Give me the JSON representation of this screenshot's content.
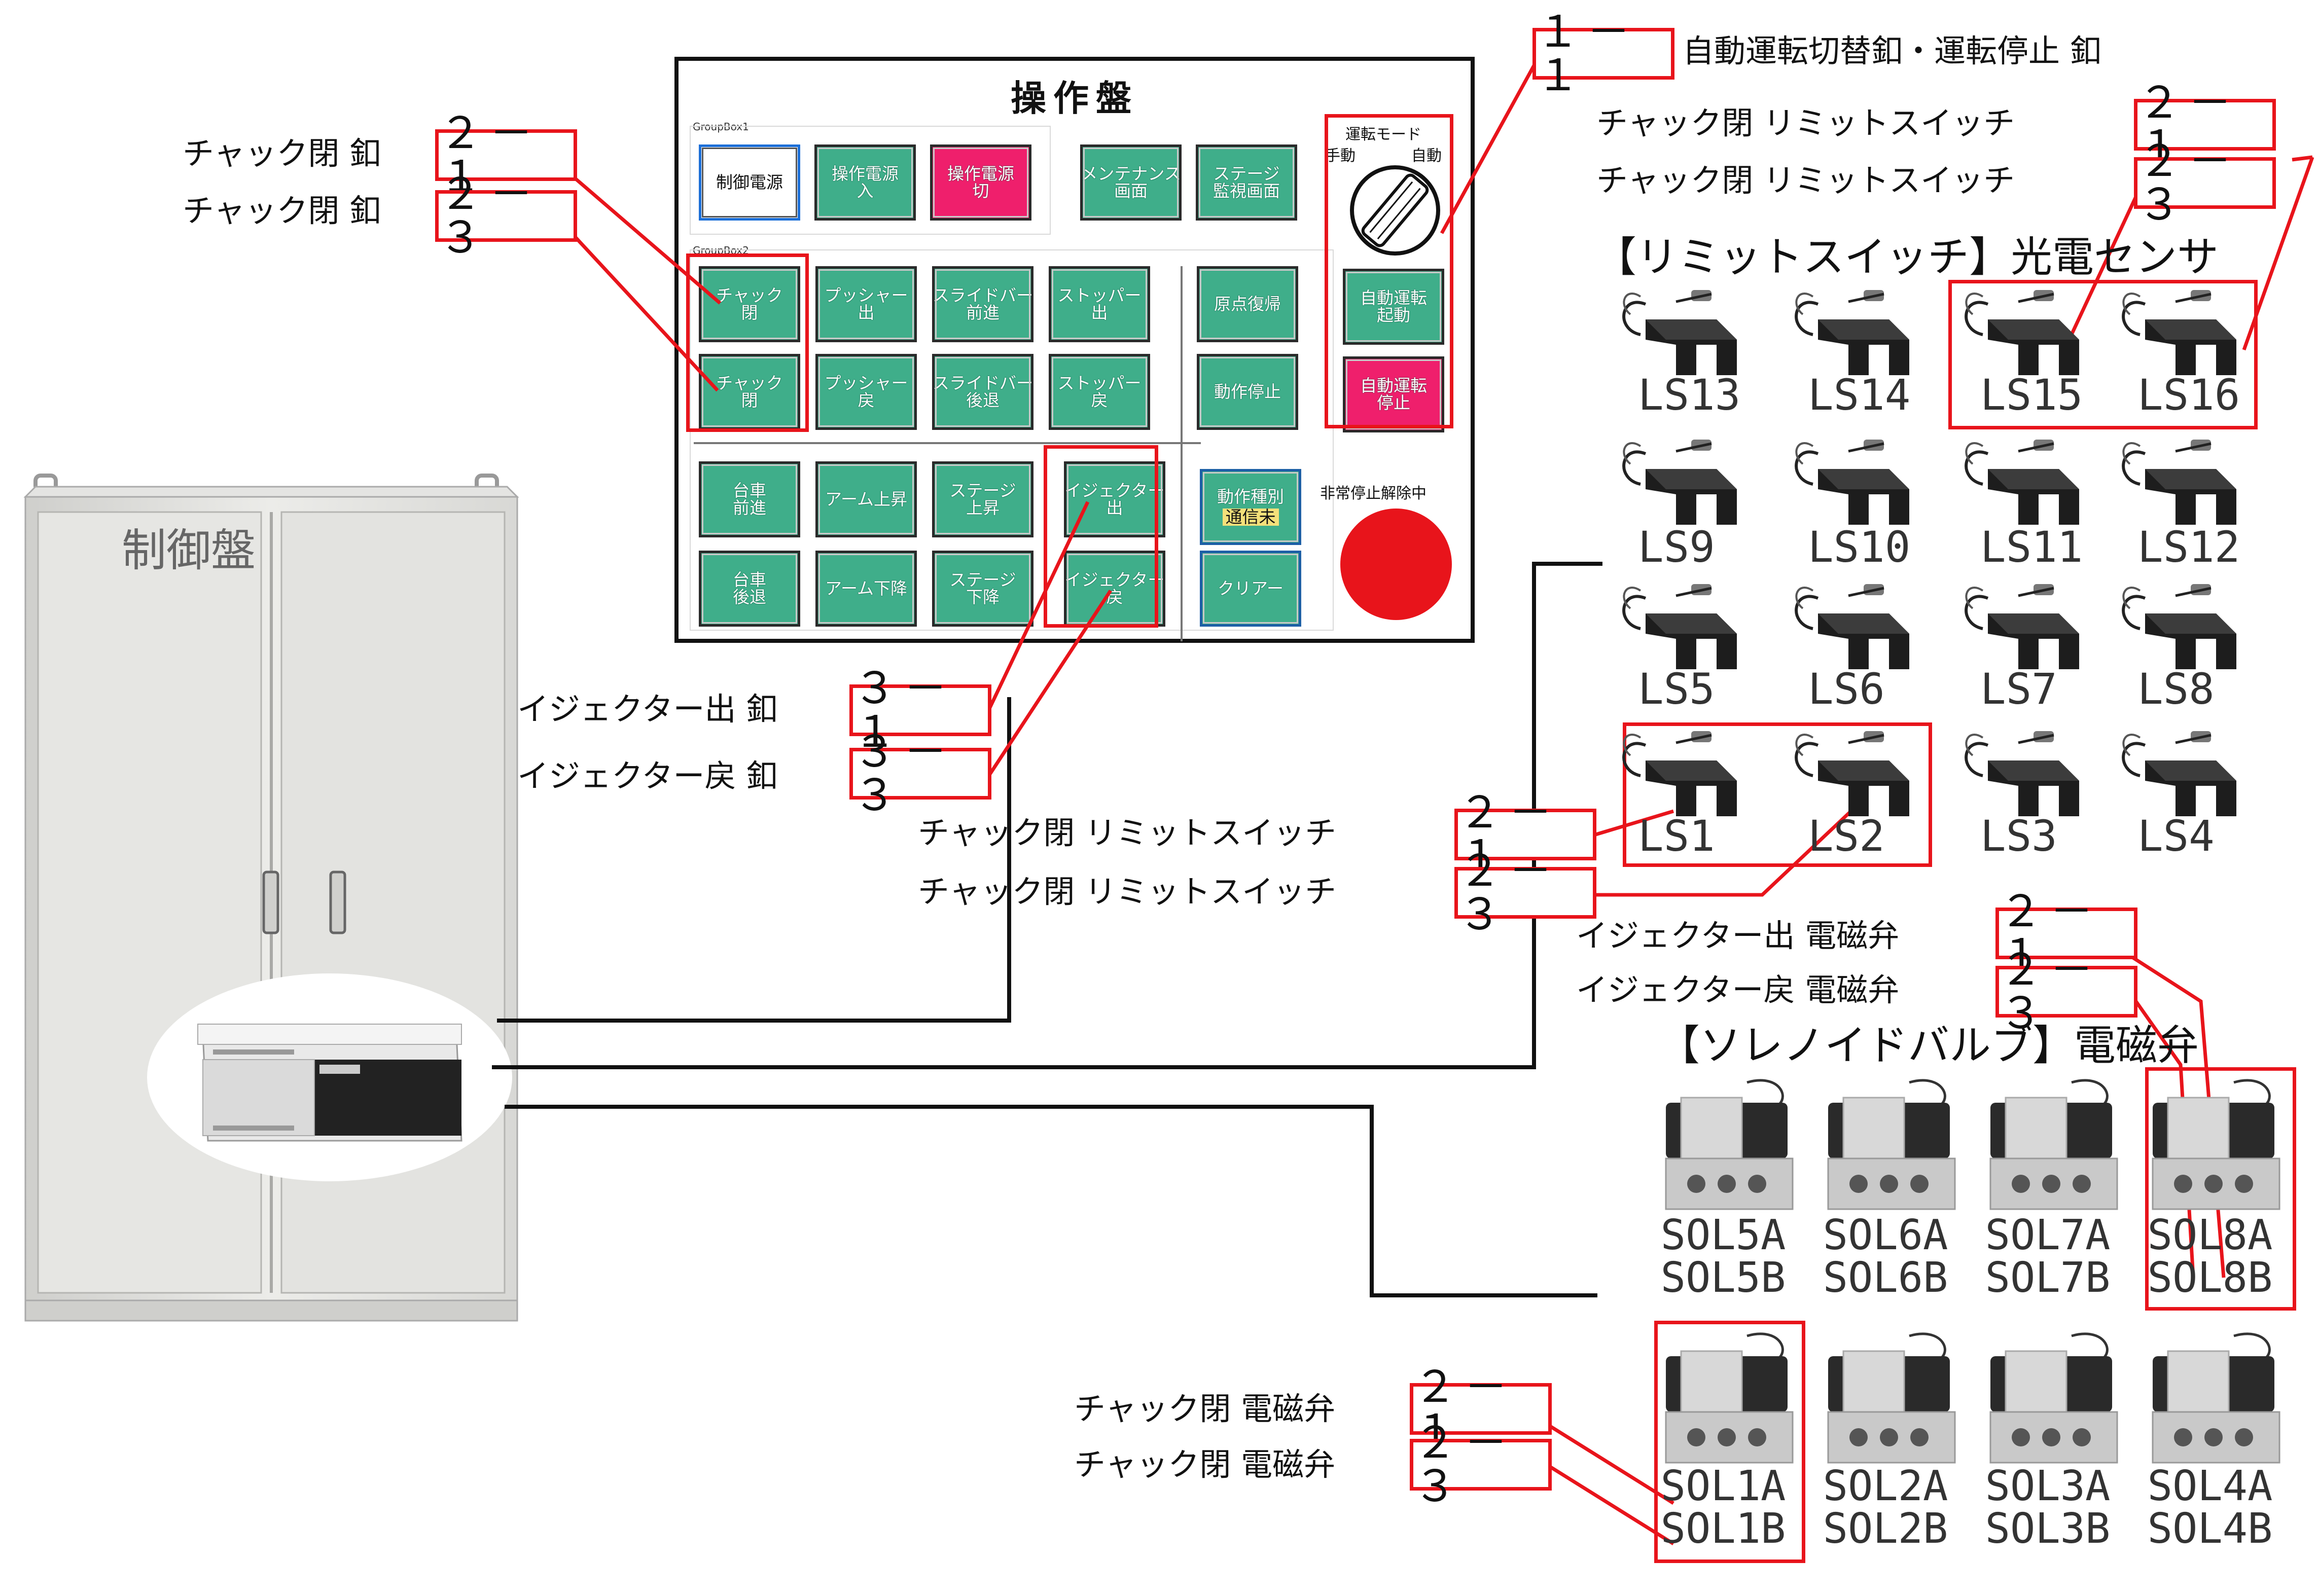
{
  "panel": {
    "title": "操作盤",
    "groupbox1": "GroupBox1",
    "groupbox2": "GroupBox2",
    "mode_label": "運転モード",
    "manual": "手動",
    "auto": "自動",
    "estop_status": "非常停止解除中",
    "buttons": {
      "control_power": "制御電源",
      "op_power_on": "操作電源\n入",
      "op_power_off": "操作電源\n切",
      "maintenance": "メンテナンス\n画面",
      "stage_monitor": "ステージ\n監視画面",
      "chuck_close_1": "チャック\n閉",
      "chuck_close_2": "チャック\n閉",
      "pusher_out": "プッシャー\n出",
      "pusher_back": "プッシャー\n戻",
      "slidebar_fwd": "スライドバー\n前進",
      "slidebar_back": "スライドバー\n後退",
      "stopper_out": "ストッパー\n出",
      "stopper_back": "ストッパー\n戻",
      "origin_return": "原点復帰",
      "stop_motion": "動作停止",
      "auto_start": "自動運転\n起動",
      "auto_stop": "自動運転\n停止",
      "cart_fwd": "台車\n前進",
      "cart_back": "台車\n後退",
      "arm_up": "アーム上昇",
      "arm_down": "アーム下降",
      "stage_up": "ステージ\n上昇",
      "stage_down": "ステージ\n下降",
      "ejector_out": "イジェクター\n出",
      "ejector_back": "イジェクター\n戻",
      "motion_type": "動作種別",
      "comm_status": "通信未",
      "clear": "クリアー"
    }
  },
  "cabinet": {
    "title": "制御盤"
  },
  "annotations": {
    "auto_switch": {
      "code": "１－１",
      "text": "自動運転切替釦・運転停止 釦"
    },
    "chuck_btn_1": {
      "text": "チャック閉 釦",
      "code": "２－１"
    },
    "chuck_btn_3": {
      "text": "チャック閉 釦",
      "code": "２－３"
    },
    "ejector_out_btn": {
      "text": "イジェクター出 釦",
      "code": "３－１"
    },
    "ejector_back_btn": {
      "text": "イジェクター戻 釦",
      "code": "３－３"
    },
    "chuck_limit_top_1": {
      "text": "チャック閉 リミットスイッチ",
      "code": "２－１"
    },
    "chuck_limit_top_3": {
      "text": "チャック閉 リミットスイッチ",
      "code": "２－３"
    },
    "chuck_limit_mid_1": {
      "text": "チャック閉 リミットスイッチ",
      "code": "２－１"
    },
    "chuck_limit_mid_3": {
      "text": "チャック閉 リミットスイッチ",
      "code": "２－３"
    },
    "ejector_out_sol": {
      "text": "イジェクター出 電磁弁",
      "code": "２－１"
    },
    "ejector_back_sol": {
      "text": "イジェクター戻 電磁弁",
      "code": "２－３"
    },
    "chuck_sol_1": {
      "text": "チャック閉 電磁弁",
      "code": "２－１"
    },
    "chuck_sol_3": {
      "text": "チャック閉 電磁弁",
      "code": "２－３"
    }
  },
  "limit_switch_header": "【リミットスイッチ】光電センサ",
  "limit_switches": [
    "LS13",
    "LS14",
    "LS15",
    "LS16",
    "LS9",
    "LS10",
    "LS11",
    "LS12",
    "LS5",
    "LS6",
    "LS7",
    "LS8",
    "LS1",
    "LS2",
    "LS3",
    "LS4"
  ],
  "valve_header": "【ソレノイドバルブ】電磁弁",
  "valves": [
    "SOL5A\nSOL5B",
    "SOL6A\nSOL6B",
    "SOL7A\nSOL7B",
    "SOL8A\nSOL8B",
    "SOL1A\nSOL1B",
    "SOL2A\nSOL2B",
    "SOL3A\nSOL3B",
    "SOL4A\nSOL4B"
  ],
  "colors": {
    "annotation": "#e8141b",
    "button_green": "#3fae8a",
    "button_red": "#ef1f6c",
    "estop": "#e8141b"
  }
}
